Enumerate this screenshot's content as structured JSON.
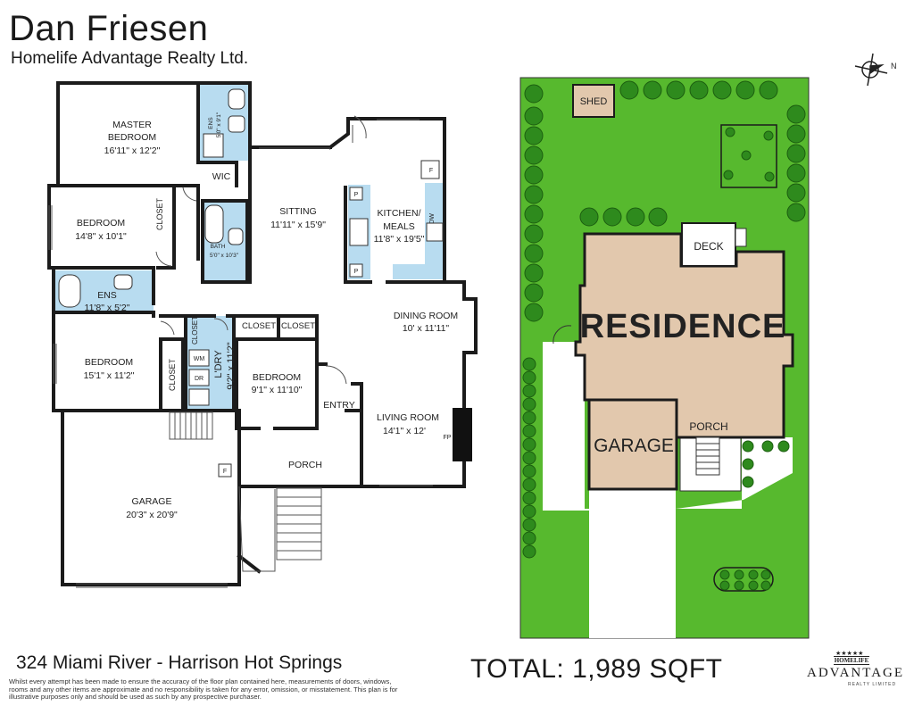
{
  "header": {
    "agent_name": "Dan Friesen",
    "company": "Homelife Advantage Realty Ltd."
  },
  "footer": {
    "address": "324 Miami River - Harrison Hot Springs",
    "disclaimer": "Whilst every attempt has been made to ensure the accuracy of the floor plan contained here, measurements of doors, windows, rooms and any other items are approximate and no responsibility is taken for any error, omission, or misstatement. This plan is for illustrative purposes only and should be used as such by any prospective purchaser.",
    "total": "TOTAL: 1,989 SQFT"
  },
  "logo": {
    "stars": "★★★★★",
    "brand": "HOMELIFE",
    "name": "ADVANTAGE",
    "sub": "REALTY LIMITED"
  },
  "compass": {
    "label": "N"
  },
  "rooms": {
    "master_bedroom": {
      "name": "MASTER BEDROOM",
      "name_line1": "MASTER",
      "name_line2": "BEDROOM",
      "size": "16'11\" x 12'2\""
    },
    "ens_top": {
      "name": "ENS",
      "size": "5'0\" x 9'1\""
    },
    "wic": {
      "name": "WIC"
    },
    "bedroom_2": {
      "name": "BEDROOM",
      "size": "14'8\" x 10'1\""
    },
    "closet_1": {
      "name": "CLOSET"
    },
    "bath": {
      "name": "BATH",
      "size": "5'0\" x 10'3\""
    },
    "sitting": {
      "name": "SITTING",
      "size": "11'11\" x 15'9\""
    },
    "kitchen": {
      "name_line1": "KITCHEN/",
      "name_line2": "MEALS",
      "size": "11'8\" x 19'5\""
    },
    "ens_2": {
      "name": "ENS",
      "size": "11'8\" x 5'2\""
    },
    "bedroom_3": {
      "name": "BEDROOM",
      "size": "15'1\" x 11'2\""
    },
    "closet_2": {
      "name": "CLOSET"
    },
    "closet_3": {
      "name": "CLOSET"
    },
    "laundry": {
      "name": "L'DRY",
      "size": "9'2\" x 11'2\""
    },
    "closet_4": {
      "name": "CLOSET"
    },
    "closet_5": {
      "name": "CLOSET"
    },
    "bedroom_4": {
      "name": "BEDROOM",
      "size": "9'1\" x 11'10\""
    },
    "dining": {
      "name": "DINING ROOM",
      "size": "10' x 11'11\""
    },
    "entry": {
      "name": "ENTRY"
    },
    "living": {
      "name": "LIVING ROOM",
      "size": "14'1\" x 12'"
    },
    "porch": {
      "name": "PORCH"
    },
    "garage": {
      "name": "GARAGE",
      "size": "20'3\" x 20'9\""
    }
  },
  "fixtures": {
    "f": "F",
    "p": "P",
    "dw": "DW",
    "wm": "WM",
    "dr": "DR",
    "fp": "FP"
  },
  "site": {
    "shed": "SHED",
    "deck": "DECK",
    "residence": "RESIDENCE",
    "porch": "PORCH",
    "garage": "GARAGE"
  },
  "colors": {
    "lawn": "#57b92e",
    "residence": "#e2c8ad",
    "wet_area": "#b8dcf0",
    "wall": "#1b1b1b",
    "tree": "#2e8a1d"
  }
}
